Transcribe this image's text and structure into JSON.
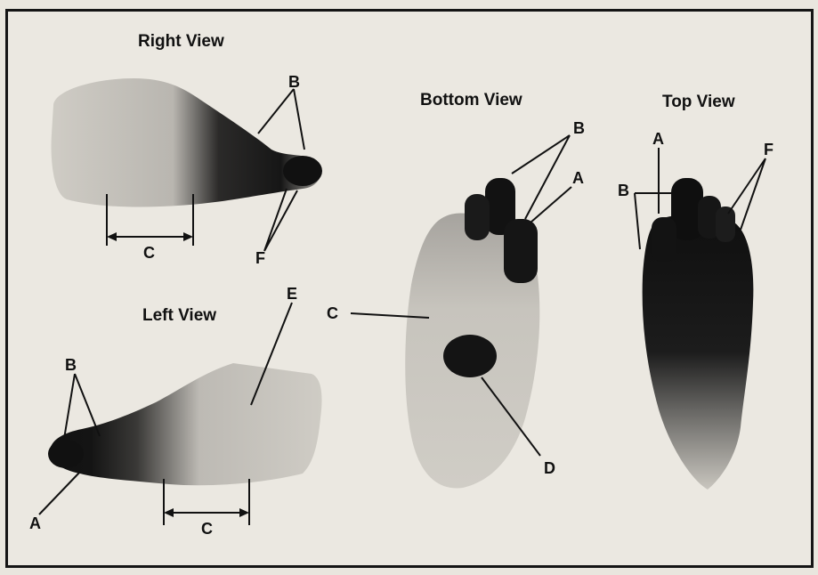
{
  "views": {
    "right": {
      "title": "Right View",
      "labels": {
        "b": "B",
        "c": "C",
        "f": "F"
      }
    },
    "left": {
      "title": "Left View",
      "labels": {
        "a": "A",
        "b": "B",
        "c": "C",
        "e": "E"
      }
    },
    "bottom": {
      "title": "Bottom View",
      "labels": {
        "a": "A",
        "b": "B",
        "c": "C",
        "d": "D"
      }
    },
    "top": {
      "title": "Top View",
      "labels": {
        "a": "A",
        "b": "B",
        "f": "F"
      }
    }
  },
  "colors": {
    "skin": "#c9c6bf",
    "dark": "#1a1a1a",
    "mid": "#6e6d6a",
    "frame": "#151515",
    "background": "#ebe8e1"
  }
}
